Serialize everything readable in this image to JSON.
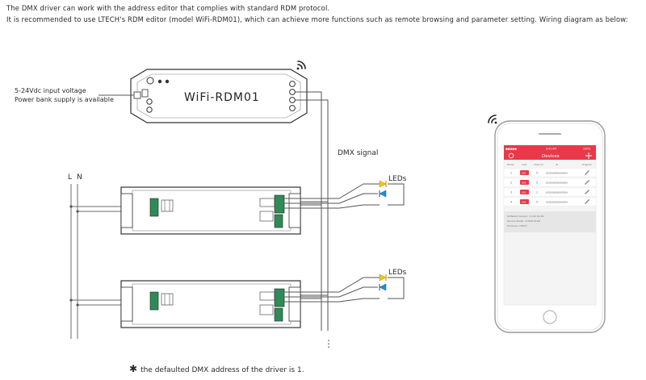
{
  "intro": {
    "line1": "The DMX driver can work with the address editor that complies with standard RDM protocol.",
    "line2": "It is recommended to use LTECH's RDM editor (model WiFi-RDM01), which can achieve more functions such as remote browsing and parameter setting. Wiring diagram as below:"
  },
  "editor": {
    "model": "WiFi-RDM01",
    "input_note_line1": "5-24Vdc input voltage",
    "input_note_line2": "Power bank supply is available"
  },
  "labels": {
    "mains_l": "L",
    "mains_n": "N",
    "dmx_signal": "DMX signal",
    "leds_1": "LEDs",
    "leds_2": "LEDs",
    "continuation": "⋮"
  },
  "phone": {
    "status_carrier": "●●●●●",
    "status_time": "9:41 AM",
    "status_battery": "100%",
    "app_title": "Devices",
    "columns": [
      "Model",
      "Addr.",
      "Channel",
      "ID",
      "Program"
    ],
    "rows": [
      {
        "index": "1",
        "addr": "001",
        "channel": "5",
        "id": "0201000000000A"
      },
      {
        "index": "2",
        "addr": "001",
        "channel": "5",
        "id": "0201000000000A"
      },
      {
        "index": "3",
        "addr": "001",
        "channel": "1",
        "id": "0201000000000A"
      },
      {
        "index": "4",
        "addr": "001",
        "channel": "5",
        "id": "0201000000000A"
      }
    ],
    "info_lines": [
      "Software Version: V1.00.00.00",
      "Device Model: LT-808-OLED",
      "Producer: LTECH"
    ]
  },
  "footnote": {
    "star": "✱",
    "text": "the defaulted DMX address of the driver is 1."
  },
  "colors": {
    "line": "#555555",
    "app_red": "#e8394a",
    "led_yellow": "#f5c518",
    "led_blue": "#1f8fd6",
    "terminal_green": "#2e8b57"
  }
}
